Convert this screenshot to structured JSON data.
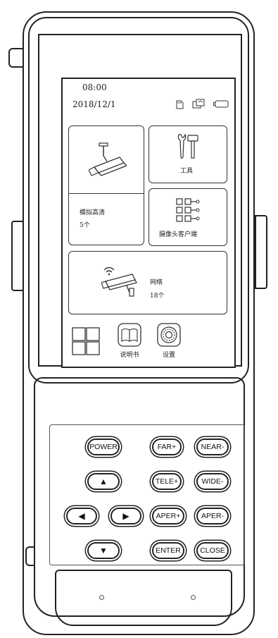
{
  "status_bar": {
    "time": "08:00",
    "date": "2018/12/1"
  },
  "tiles": {
    "analog": {
      "label": "模拟高清",
      "count": "5个"
    },
    "tools": {
      "label": "工具"
    },
    "ipc_client": {
      "label": "摄像头客户端"
    },
    "network": {
      "label": "网络",
      "count": "18个"
    }
  },
  "dock": {
    "manual": {
      "label": "说明书"
    },
    "settings": {
      "label": "设置"
    }
  },
  "keypad": {
    "power": "POWER",
    "far_plus": "FAR+",
    "near_minus": "NEAR-",
    "tele_plus": "TELE+",
    "wide_minus": "WIDE-",
    "aper_plus": "APER+",
    "aper_minus": "APER-",
    "enter": "ENTER",
    "close": "CLOSE",
    "up": "▲",
    "down": "▼",
    "left": "◀",
    "right": "▶"
  },
  "icons": {
    "sd_card": "sd-card-icon",
    "storage": "storage-icon",
    "battery": "battery-icon",
    "camera": "analog-camera-icon",
    "tools": "tools-icon",
    "grid": "network-grid-icon",
    "wifi_camera": "wifi-camera-icon",
    "windows": "windows-icon",
    "book": "book-icon",
    "gear": "gear-icon"
  }
}
